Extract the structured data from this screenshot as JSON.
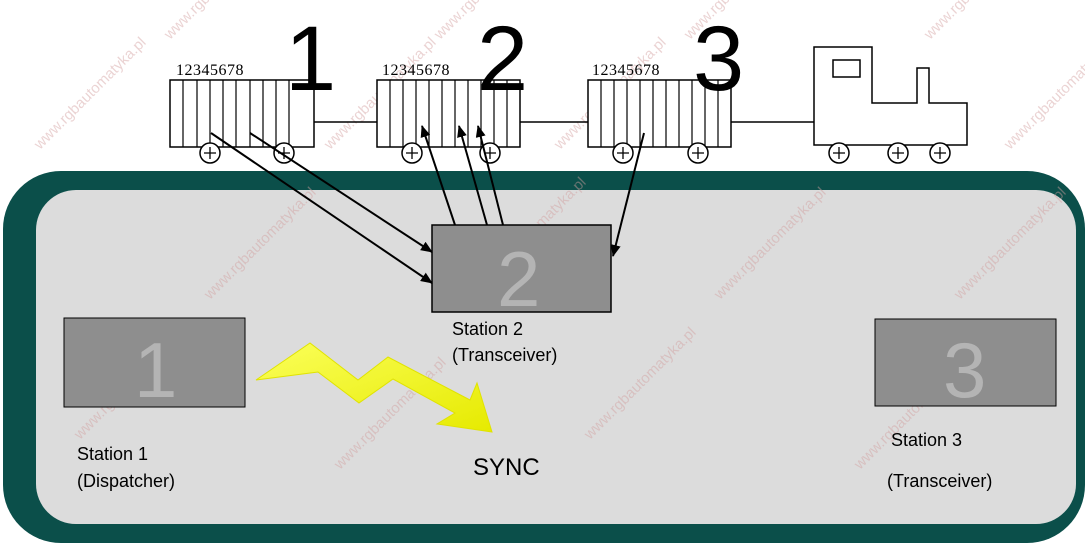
{
  "train": {
    "cars": [
      {
        "number": "1",
        "slots": "12345678"
      },
      {
        "number": "2",
        "slots": "12345678"
      },
      {
        "number": "3",
        "slots": "12345678"
      }
    ]
  },
  "stations": [
    {
      "box_number": "1",
      "name": "Station 1",
      "role": "(Dispatcher)"
    },
    {
      "box_number": "2",
      "name": "Station 2",
      "role": "(Transceiver)"
    },
    {
      "box_number": "3",
      "name": "Station 3",
      "role": "(Transceiver)"
    }
  ],
  "sync_label": "SYNC",
  "watermark": "www.rgbautomatyka.pl",
  "colors": {
    "outer_frame": "#0b4f4a",
    "inner_panel": "#dcdcdc",
    "station_box": "#8e8e8e",
    "lightning": "#f2f71a"
  }
}
